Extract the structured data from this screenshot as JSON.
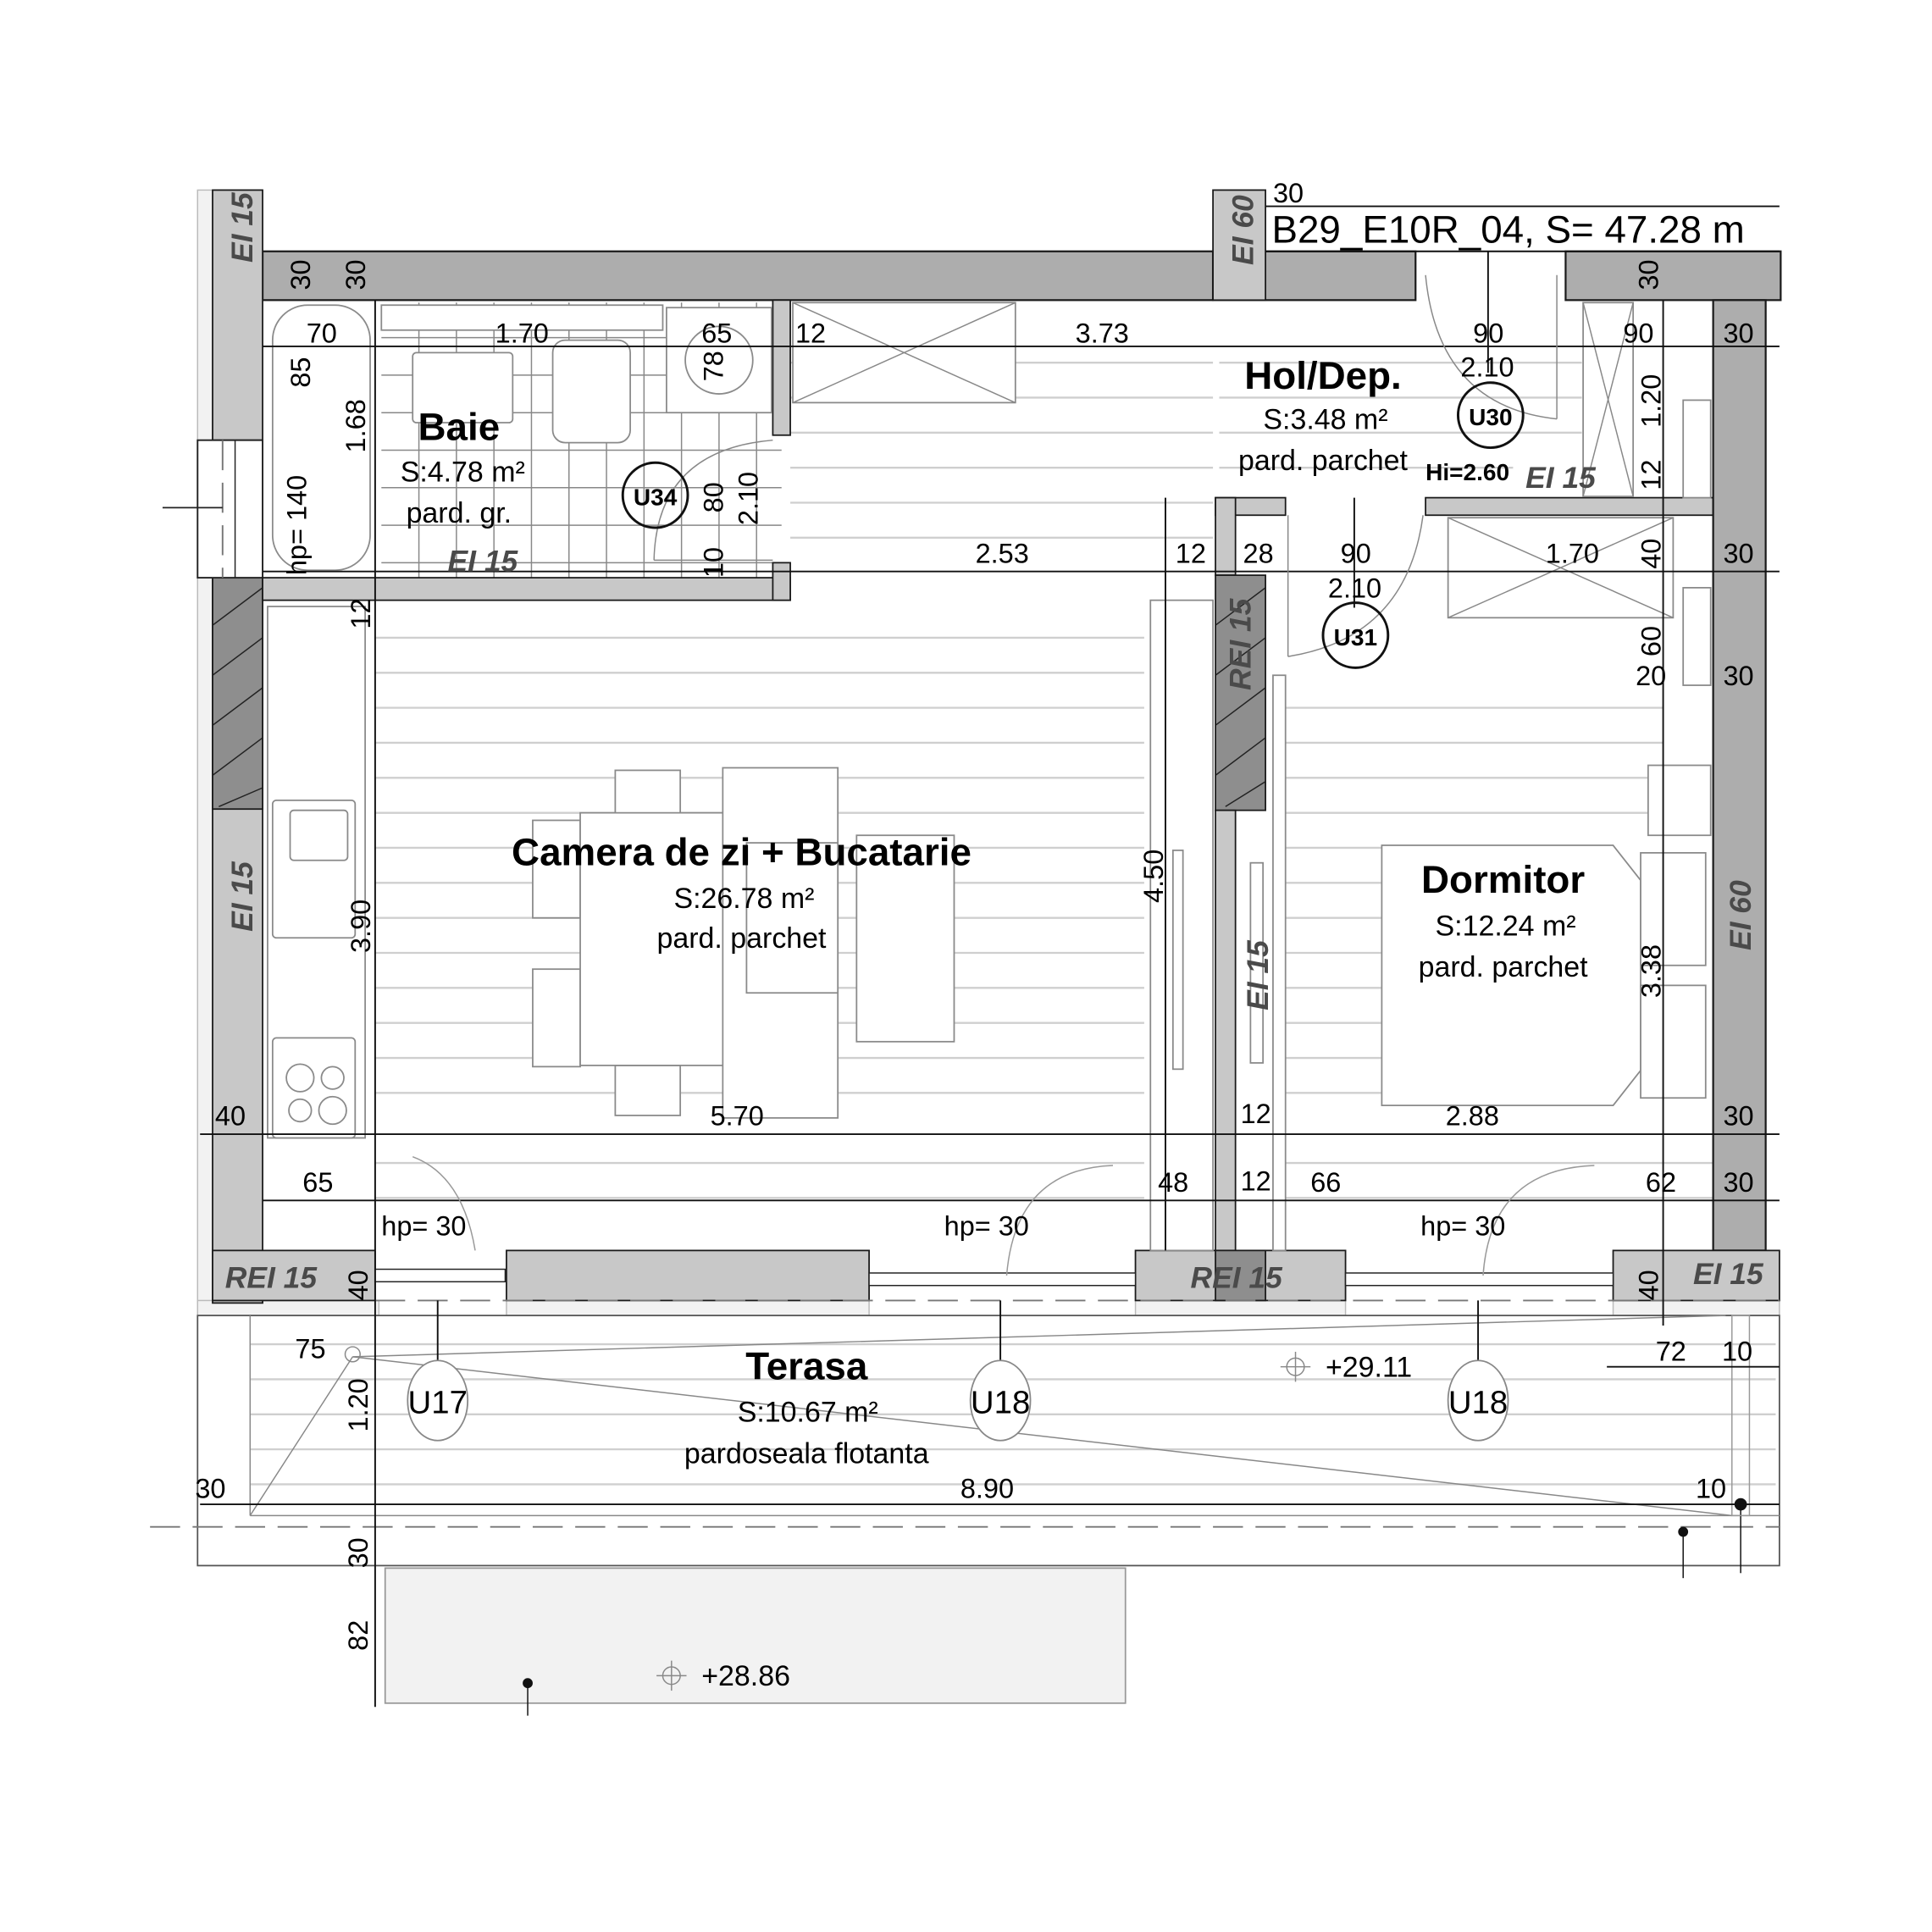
{
  "unit": {
    "title": "B29_E10R_04, S= 47.28 m",
    "id": "B29_E10R_04",
    "total_area": "47.28"
  },
  "rooms": {
    "baie": {
      "name": "Baie",
      "area": "S:4.78 m²",
      "floor": "pard. gr."
    },
    "hol": {
      "name": "Hol/Dep.",
      "area": "S:3.48 m²",
      "floor": "pard. parchet",
      "height": "Hi=2.60"
    },
    "living": {
      "name": "Camera de zi + Bucatarie",
      "area": "S:26.78 m²",
      "floor": "pard. parchet"
    },
    "dormitor": {
      "name": "Dormitor",
      "area": "S:12.24 m²",
      "floor": "pard. parchet"
    },
    "terasa": {
      "name": "Terasa",
      "area": "S:10.67 m²",
      "floor": "pardoseala flotanta"
    }
  },
  "fire_ratings": {
    "top_left": "EI 15",
    "top_mid": "EI 60",
    "baie": "EI 15",
    "hol": "EI 15",
    "left_wall": "EI 15",
    "partition_hatched": "REI 15",
    "partition": "EI 15",
    "right_wall": "EI 60",
    "bottom_left": "REI 15",
    "bottom_mid": "REI 15",
    "bottom_right": "EI 15"
  },
  "door_tags": {
    "u30": "U30",
    "u31": "U31",
    "u34": "U34",
    "u17": "U17",
    "u18a": "U18",
    "u18b": "U18"
  },
  "elevations": {
    "terrace": "+29.11",
    "planter": "+28.86"
  },
  "dimensions": {
    "top_30a": "30",
    "top_30b": "30",
    "top_30c": "30",
    "top_30d": "30",
    "baie_70": "70",
    "baie_170": "1.70",
    "baie_65": "65",
    "baie_85": "85",
    "baie_168": "1.68",
    "baie_hp140": "hp= 140",
    "baie_78": "78",
    "u34_80": "80",
    "u34_210": "2.10",
    "u34_10": "10",
    "hall_12": "12",
    "hall_373": "3.73",
    "u30_90": "90",
    "u30_210": "2.10",
    "hol_90": "90",
    "hol_120": "1.20",
    "hol_12": "12",
    "right_30a": "30",
    "mid_253": "2.53",
    "mid_12": "12",
    "mid_28": "28",
    "u31_90": "90",
    "u31_210": "2.10",
    "mid_170": "1.70",
    "mid_40": "40",
    "right_30b": "30",
    "side_60": "60",
    "side_20": "20",
    "right_30c": "30",
    "liv_12": "12",
    "liv_390": "3.90",
    "liv_450": "4.50",
    "dor_338": "3.38",
    "left_40": "40",
    "liv_570": "5.70",
    "dor_12": "12",
    "dor_288": "2.88",
    "right_30d": "30",
    "w_65": "65",
    "w_48": "48",
    "w_12": "12",
    "w_66": "66",
    "w_62": "62",
    "right_30e": "30",
    "hp_a": "hp= 30",
    "hp_b": "hp= 30",
    "hp_c": "hp= 30",
    "wall_40a": "40",
    "wall_40b": "40",
    "ter_75": "75",
    "ter_120": "1.20",
    "ter_30": "30",
    "ter_890": "8.90",
    "ter_72": "72",
    "ter_10a": "10",
    "ter_10b": "10",
    "pl_30": "30",
    "pl_82": "82"
  }
}
